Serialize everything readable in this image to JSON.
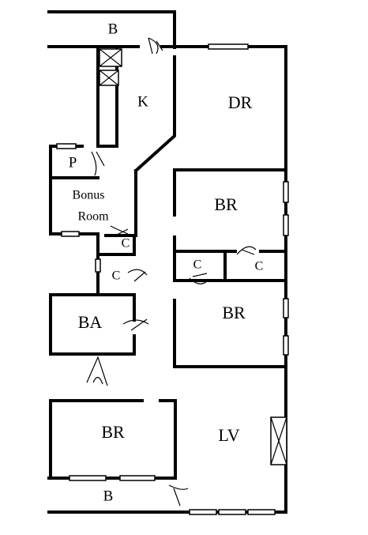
{
  "rooms": {
    "balcony_top": "B",
    "kitchen": "K",
    "dining_room": "DR",
    "pantry": "P",
    "bonus_line1": "Bonus",
    "bonus_line2": "Room",
    "closet_a": "C",
    "closet_b": "C",
    "bedroom_1": "BR",
    "closet_c": "C",
    "closet_d": "C",
    "bathroom": "BA",
    "bedroom_2": "BR",
    "bedroom_3": "BR",
    "living_room": "LV",
    "balcony_bottom": "B"
  }
}
